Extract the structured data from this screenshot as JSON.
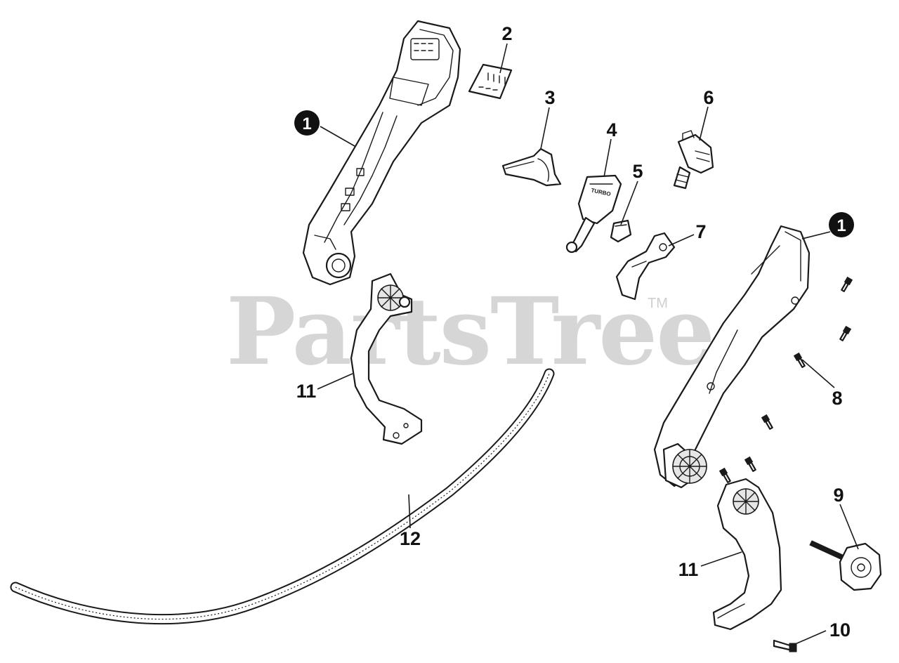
{
  "watermark": {
    "text": "PartsTree",
    "trademark": "TM"
  },
  "callouts": [
    {
      "id": "c1a",
      "label": "1",
      "style": "circle"
    },
    {
      "id": "c1b",
      "label": "1",
      "style": "circle"
    },
    {
      "id": "c2",
      "label": "2"
    },
    {
      "id": "c3",
      "label": "3"
    },
    {
      "id": "c4",
      "label": "4"
    },
    {
      "id": "c5",
      "label": "5"
    },
    {
      "id": "c6",
      "label": "6"
    },
    {
      "id": "c7",
      "label": "7"
    },
    {
      "id": "c8",
      "label": "8"
    },
    {
      "id": "c9",
      "label": "9"
    },
    {
      "id": "c10",
      "label": "10"
    },
    {
      "id": "c11a",
      "label": "11"
    },
    {
      "id": "c11b",
      "label": "11"
    },
    {
      "id": "c12",
      "label": "12"
    }
  ],
  "parts": {
    "trigger_label": "TURBO"
  },
  "colors": {
    "ink": "#1a1a1a",
    "watermark": "#cfcfcf",
    "background": "#ffffff"
  }
}
